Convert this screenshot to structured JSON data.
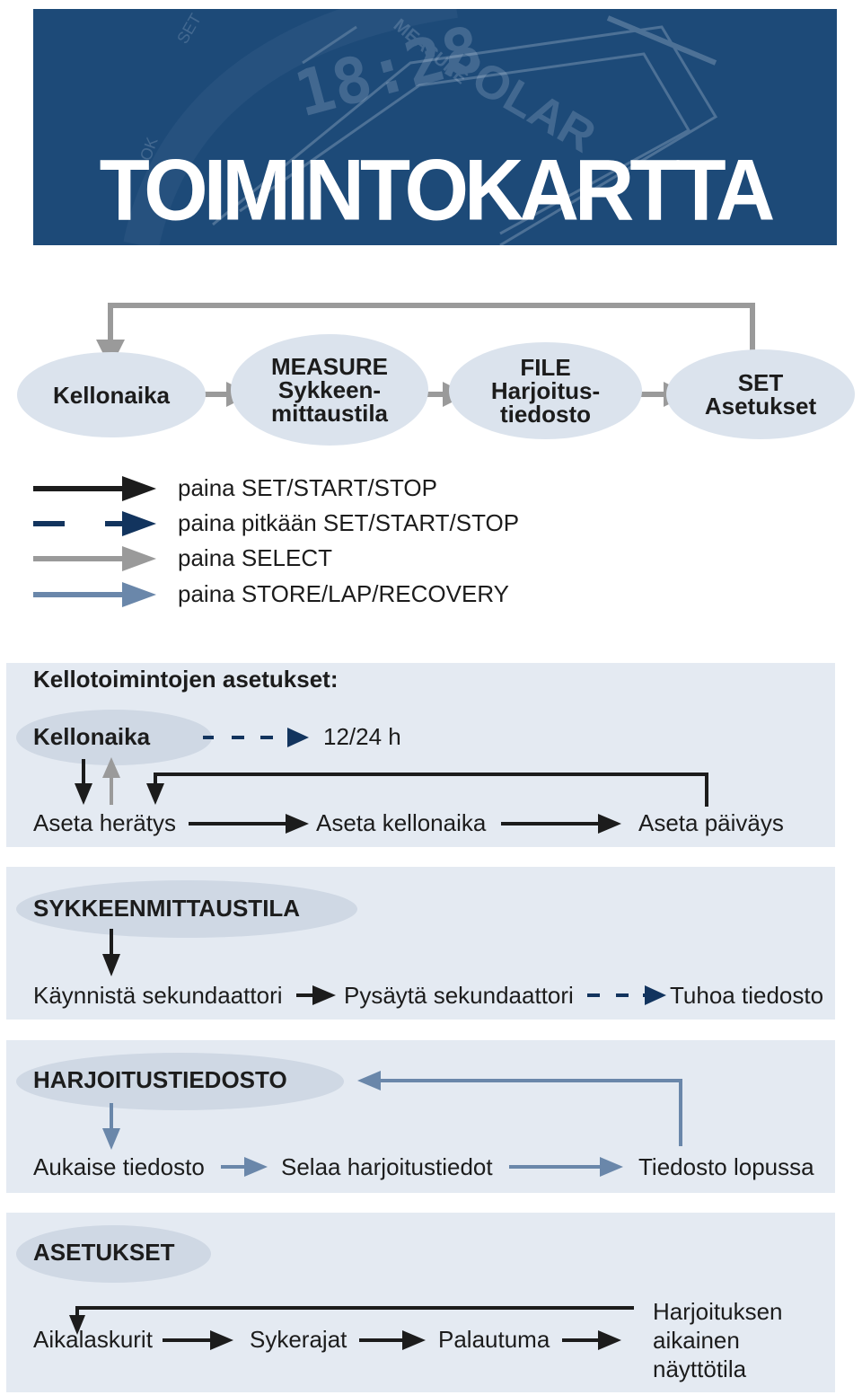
{
  "banner": {
    "title": "TOIMINTOKARTTA",
    "watch_labels": [
      "POLAR",
      "MEASURE",
      "SET",
      "OK"
    ],
    "watch_digits": "18:28"
  },
  "modes": [
    {
      "lines": [
        "Kellonaika"
      ]
    },
    {
      "lines": [
        "MEASURE",
        "Sykkeen-",
        "mittaustila"
      ]
    },
    {
      "lines": [
        "FILE",
        "Harjoitus-",
        "tiedosto"
      ]
    },
    {
      "lines": [
        "SET",
        "Asetukset"
      ]
    }
  ],
  "legend": [
    {
      "style": "solid-black",
      "label": "paina SET/START/STOP"
    },
    {
      "style": "dashed-navy",
      "label": "paina pitkään SET/START/STOP"
    },
    {
      "style": "solid-gray",
      "label": "paina SELECT"
    },
    {
      "style": "solid-blue",
      "label": "paina STORE/LAP/RECOVERY"
    }
  ],
  "clock_settings": {
    "heading": "Kellotoimintojen asetukset:",
    "mode": "Kellonaika",
    "format": "12/24 h",
    "steps": [
      "Aseta herätys",
      "Aseta kellonaika",
      "Aseta päiväys"
    ]
  },
  "measure": {
    "heading": "SYKKEENMITTAUSTILA",
    "steps": [
      "Käynnistä sekundaattori",
      "Pysäytä sekundaattori",
      "Tuhoa tiedosto"
    ]
  },
  "file": {
    "heading": "HARJOITUSTIEDOSTO",
    "steps": [
      "Aukaise tiedosto",
      "Selaa harjoitustiedot",
      "Tiedosto lopussa"
    ]
  },
  "settings": {
    "heading": "ASETUKSET",
    "steps": [
      "Aikalaskurit",
      "Sykerajat",
      "Palautuma"
    ],
    "last_step": [
      "Harjoituksen",
      "aikainen",
      "näyttötila"
    ]
  },
  "colors": {
    "banner": "#1d4a78",
    "panel": "#e4eaf2",
    "oval": "#dbe3ed",
    "black_arrow": "#1c1c1c",
    "navy_arrow": "#12345e",
    "gray_arrow": "#8f8f8f",
    "blue_arrow": "#6a87aa"
  }
}
